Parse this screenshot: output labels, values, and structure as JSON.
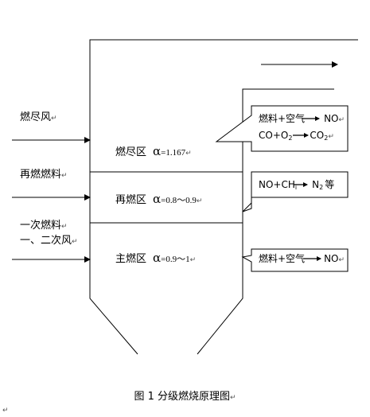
{
  "inlets": {
    "burnout_air": "燃尽风",
    "reburn_fuel": "再燃燃料",
    "primary_fuel": "一次燃料",
    "primary_secondary_air": "一、二次风"
  },
  "zones": {
    "burnout": {
      "name": "燃尽区",
      "alpha": "α",
      "value": "=1.167"
    },
    "reburn": {
      "name": "再燃区",
      "alpha": "α",
      "value": "=0.8～0.9"
    },
    "main": {
      "name": "主燃区",
      "alpha": "α",
      "value": "=0.9～1"
    }
  },
  "callouts": {
    "burnout_line1": "燃料+空气",
    "burnout_line1_product": "NO",
    "burnout_line2_a": "CO+O",
    "burnout_line2_sub1": "2",
    "burnout_line2_product": "CO",
    "burnout_line2_sub2": "2",
    "reburn_a": "NO+CH",
    "reburn_sub_i": "i",
    "reburn_product": "N",
    "reburn_sub_2": "2",
    "reburn_suffix": "等",
    "main_a": "燃料+空气",
    "main_product": "NO"
  },
  "paragraph_mark": "↵",
  "caption": "图 1  分级燃烧原理图"
}
